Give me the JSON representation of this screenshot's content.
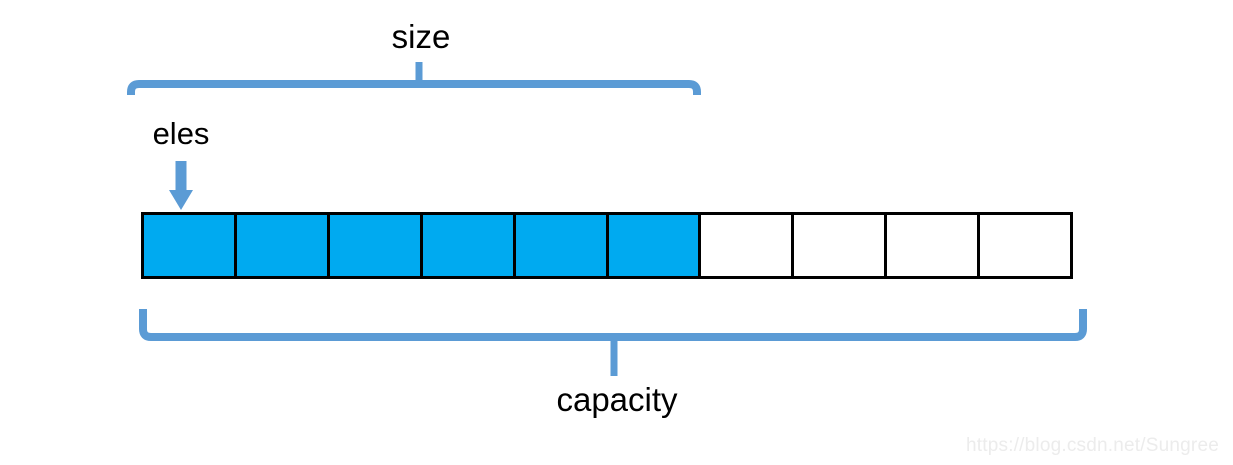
{
  "diagram": {
    "title_labels": {
      "size": "size",
      "eles": "eles",
      "capacity": "capacity"
    },
    "array": {
      "total_cells": 10,
      "filled_cells": 6,
      "empty_cells": 4,
      "fill_color": "#00AAF0",
      "empty_color": "#FFFFFF",
      "border_color": "#000000",
      "cells": [
        {
          "index": 0,
          "filled": true
        },
        {
          "index": 1,
          "filled": true
        },
        {
          "index": 2,
          "filled": true
        },
        {
          "index": 3,
          "filled": true
        },
        {
          "index": 4,
          "filled": true
        },
        {
          "index": 5,
          "filled": true
        },
        {
          "index": 6,
          "filled": false
        },
        {
          "index": 7,
          "filled": false
        },
        {
          "index": 8,
          "filled": false
        },
        {
          "index": 9,
          "filled": false
        }
      ]
    },
    "brackets": {
      "color": "#5B9BD5",
      "size_bracket": {
        "label": "size",
        "spans_cells": 6,
        "position": "top"
      },
      "capacity_bracket": {
        "label": "capacity",
        "spans_cells": 10,
        "position": "bottom"
      }
    },
    "pointer": {
      "label": "eles",
      "color": "#5B9BD5",
      "points_to_cell_index": 0,
      "direction": "down"
    }
  },
  "watermark": {
    "text": "https://blog.csdn.net/Sungree"
  }
}
